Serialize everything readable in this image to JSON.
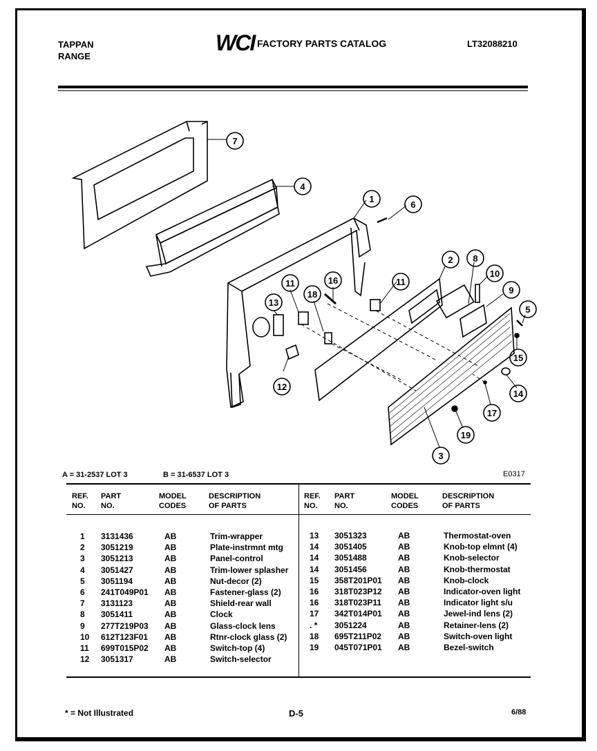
{
  "header": {
    "brand_line1": "TAPPAN",
    "brand_line2": "RANGE",
    "logo": "WCI",
    "catalog_title": "FACTORY PARTS CATALOG",
    "model_number": "LT32088210"
  },
  "diagram": {
    "callouts": [
      "7",
      "4",
      "1",
      "6",
      "2",
      "8",
      "10",
      "9",
      "5",
      "15",
      "14",
      "17",
      "19",
      "3",
      "11",
      "16",
      "11",
      "18",
      "13",
      "12"
    ]
  },
  "legend": {
    "a": "A = 31-2537 LOT 3",
    "b": "B = 31-6537 LOT 3",
    "code": "E0317"
  },
  "table": {
    "headers": {
      "ref": "REF.",
      "ref_no": "NO.",
      "part": "PART",
      "part_no": "NO.",
      "model": "MODEL",
      "model_codes": "CODES",
      "desc": "DESCRIPTION",
      "desc_of": "OF PARTS"
    },
    "left": [
      {
        "ref": "1",
        "part": "3131436",
        "code": "AB",
        "desc": "Trim-wrapper"
      },
      {
        "ref": "2",
        "part": "3051219",
        "code": "AB",
        "desc": "Plate-instrmnt mtg"
      },
      {
        "ref": "3",
        "part": "3051213",
        "code": "AB",
        "desc": "Panel-control"
      },
      {
        "ref": "4",
        "part": "3051427",
        "code": "AB",
        "desc": "Trim-lower splasher"
      },
      {
        "ref": "5",
        "part": "3051194",
        "code": "AB",
        "desc": "Nut-decor (2)"
      },
      {
        "ref": "6",
        "part": "241T049P01",
        "code": "AB",
        "desc": "Fastener-glass (2)"
      },
      {
        "ref": "7",
        "part": "3131123",
        "code": "AB",
        "desc": "Shield-rear wall"
      },
      {
        "ref": "8",
        "part": "3051411",
        "code": "AB",
        "desc": "Clock"
      },
      {
        "ref": "9",
        "part": "277T219P03",
        "code": "AB",
        "desc": "Glass-clock lens"
      },
      {
        "ref": "10",
        "part": "612T123F01",
        "code": "AB",
        "desc": "Rtnr-clock glass (2)"
      },
      {
        "ref": "11",
        "part": "699T015P02",
        "code": "AB",
        "desc": "Switch-top (4)"
      },
      {
        "ref": "12",
        "part": "3051317",
        "code": "AB",
        "desc": "Switch-selector"
      }
    ],
    "right": [
      {
        "ref": "13",
        "part": "3051323",
        "code": "AB",
        "desc": "Thermostat-oven"
      },
      {
        "ref": "14",
        "part": "3051405",
        "code": "AB",
        "desc": "Knob-top elmnt (4)"
      },
      {
        "ref": "14",
        "part": "3051488",
        "code": "AB",
        "desc": "Knob-selector"
      },
      {
        "ref": "14",
        "part": "3051456",
        "code": "AB",
        "desc": "Knob-thermostat"
      },
      {
        "ref": "15",
        "part": "358T201P01",
        "code": "AB",
        "desc": "Knob-clock"
      },
      {
        "ref": "16",
        "part": "318T023P12",
        "code": "AB",
        "desc": "Indicator-oven light"
      },
      {
        "ref": "16",
        "part": "318T023P11",
        "code": "AB",
        "desc": "Indicator light s/u"
      },
      {
        "ref": "17",
        "part": "342T014P01",
        "code": "AB",
        "desc": "Jewel-ind lens (2)"
      },
      {
        "ref": ". *",
        "part": "3051224",
        "code": "AB",
        "desc": "Retainer-lens (2)"
      },
      {
        "ref": "18",
        "part": "695T211P02",
        "code": "AB",
        "desc": "Switch-oven light"
      },
      {
        "ref": "19",
        "part": "045T071P01",
        "code": "AB",
        "desc": "Bezel-switch"
      }
    ]
  },
  "footer": {
    "note": "* = Not Illustrated",
    "page": "D-5",
    "date": "6/88"
  }
}
